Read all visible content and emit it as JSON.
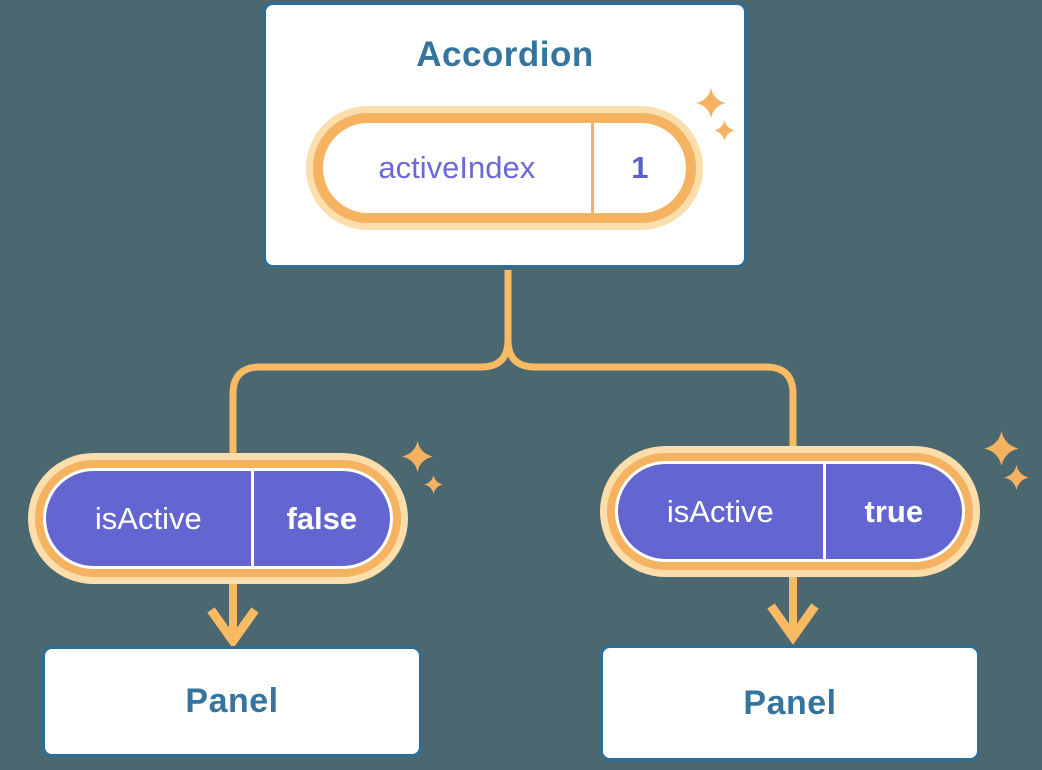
{
  "colors": {
    "background": "#4B6770",
    "card_fill": "#FFFFFF",
    "card_border": "#2D6E96",
    "card_text": "#35749E",
    "line_orange": "#F8BB63",
    "ring_orange": "#F5B260",
    "glow_orange": "#FCDEAC",
    "pill_purple": "#6366D1",
    "pill_text_white": "#FFFFFF",
    "state_name_purple": "#6B69D6",
    "state_value_purple": "#5A5FCE"
  },
  "icons": {
    "sparkle": "✦ four-point star",
    "arrow_down": "↓ chevron arrow"
  },
  "diagram": {
    "root": {
      "label": "Accordion",
      "state_pill": {
        "name": "activeIndex",
        "value": "1"
      }
    },
    "branches": [
      {
        "state_pill": {
          "name": "isActive",
          "value": "false"
        },
        "panel": {
          "label": "Panel"
        }
      },
      {
        "state_pill": {
          "name": "isActive",
          "value": "true"
        },
        "panel": {
          "label": "Panel"
        }
      }
    ]
  }
}
